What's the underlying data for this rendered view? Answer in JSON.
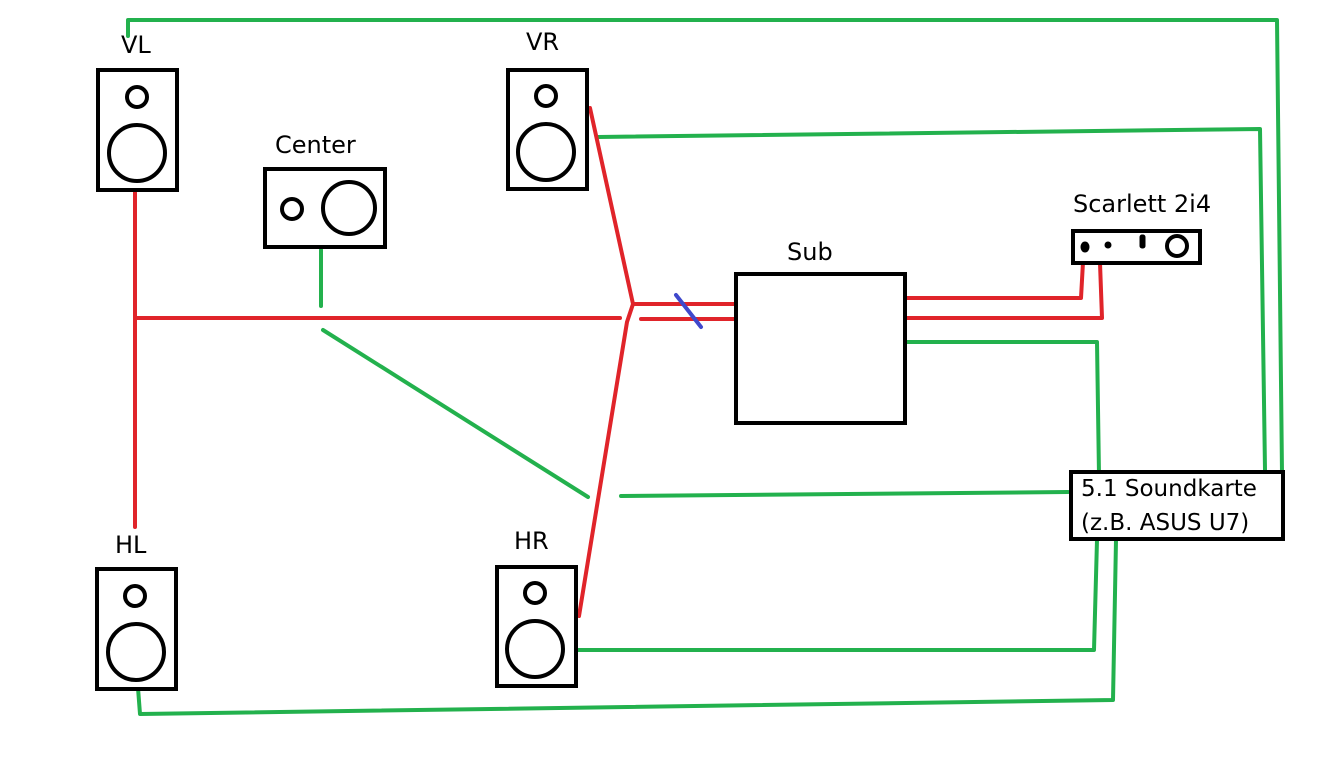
{
  "labels": {
    "vl": "VL",
    "vr": "VR",
    "center": "Center",
    "hl": "HL",
    "hr": "HR",
    "sub": "Sub",
    "scarlett": "Scarlett 2i4",
    "soundcard_line1": "5.1 Soundkarte",
    "soundcard_line2": "(z.B. ASUS U7)"
  },
  "colors": {
    "red_cable": "#e0242a",
    "green_cable": "#23b14d",
    "blue_mark": "#3f48cc",
    "outline": "#000000"
  },
  "icons": {
    "speaker": "speaker-icon",
    "center_speaker": "center-speaker-icon",
    "subwoofer": "subwoofer-box",
    "audio_interface": "audio-interface-icon",
    "soundcard": "soundcard-box"
  }
}
